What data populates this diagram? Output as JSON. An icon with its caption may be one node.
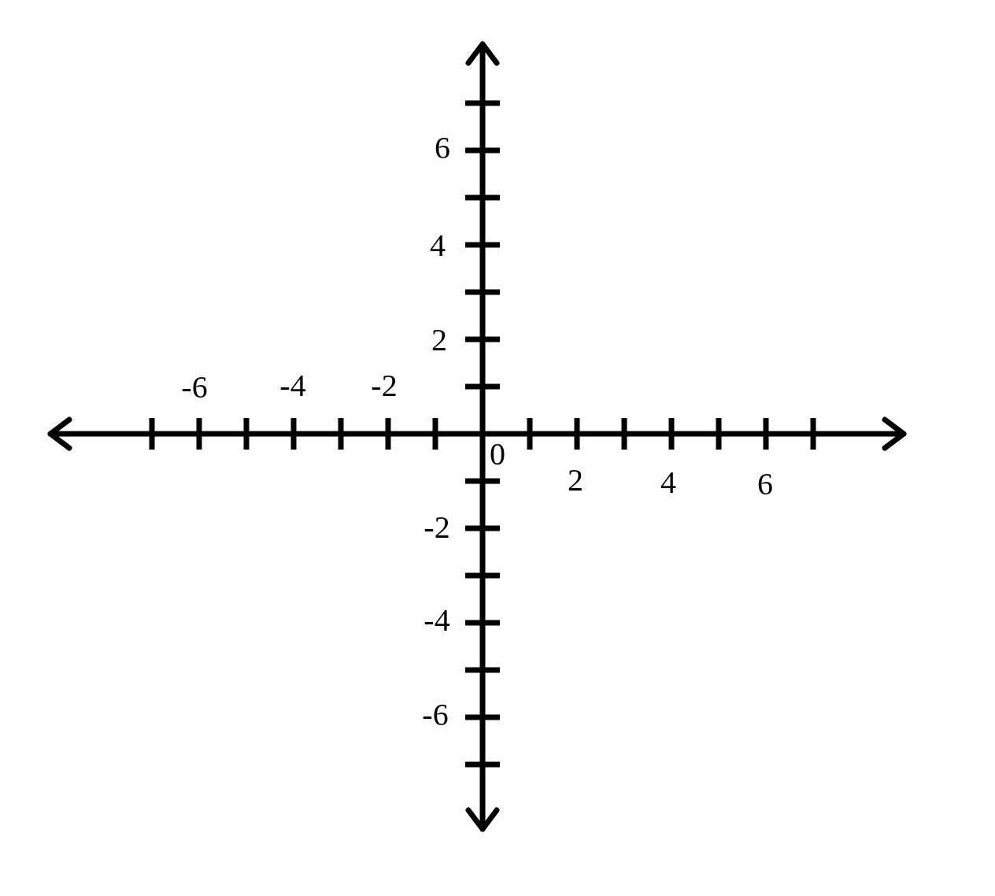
{
  "diagram": {
    "labels": [
      "6",
      "4",
      "2",
      "-6",
      "-4",
      "-2",
      "0",
      "2",
      "4",
      "6",
      "-2",
      "-4",
      "-6"
    ]
  }
}
